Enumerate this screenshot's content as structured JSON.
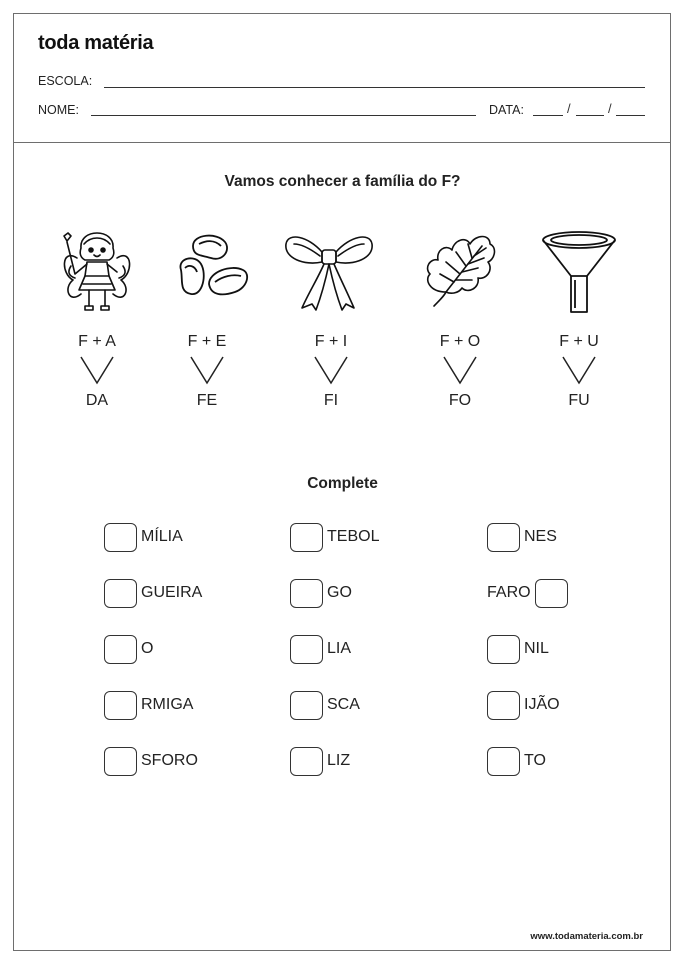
{
  "header": {
    "brand": "toda matéria",
    "school_label": "ESCOLA:",
    "name_label": "NOME:",
    "date_label": "DATA:",
    "date_separator": "/"
  },
  "section_family": {
    "title": "Vamos conhecer a família do F?",
    "items": [
      {
        "icon": "fairy-icon",
        "formula": "F + A",
        "result": "DA"
      },
      {
        "icon": "beans-icon",
        "formula": "F + E",
        "result": "FE"
      },
      {
        "icon": "bow-icon",
        "formula": "F + I",
        "result": "FI"
      },
      {
        "icon": "leaf-icon",
        "formula": "F + O",
        "result": "FO"
      },
      {
        "icon": "funnel-icon",
        "formula": "F + U",
        "result": "FU"
      }
    ]
  },
  "section_complete": {
    "title": "Complete",
    "columns": [
      [
        {
          "text": "MÍLIA",
          "box": "before"
        },
        {
          "text": "GUEIRA",
          "box": "before"
        },
        {
          "text": "O",
          "box": "before"
        },
        {
          "text": "RMIGA",
          "box": "before"
        },
        {
          "text": "SFORO",
          "box": "before"
        }
      ],
      [
        {
          "text": "TEBOL",
          "box": "before"
        },
        {
          "text": "GO",
          "box": "before"
        },
        {
          "text": "LIA",
          "box": "before"
        },
        {
          "text": "SCA",
          "box": "before"
        },
        {
          "text": "LIZ",
          "box": "before"
        }
      ],
      [
        {
          "text": "NES",
          "box": "before"
        },
        {
          "text": "FARO",
          "box": "after"
        },
        {
          "text": "NIL",
          "box": "before"
        },
        {
          "text": "IJÃO",
          "box": "before"
        },
        {
          "text": "TO",
          "box": "before"
        }
      ]
    ]
  },
  "footer": {
    "url": "www.todamateria.com.br"
  }
}
